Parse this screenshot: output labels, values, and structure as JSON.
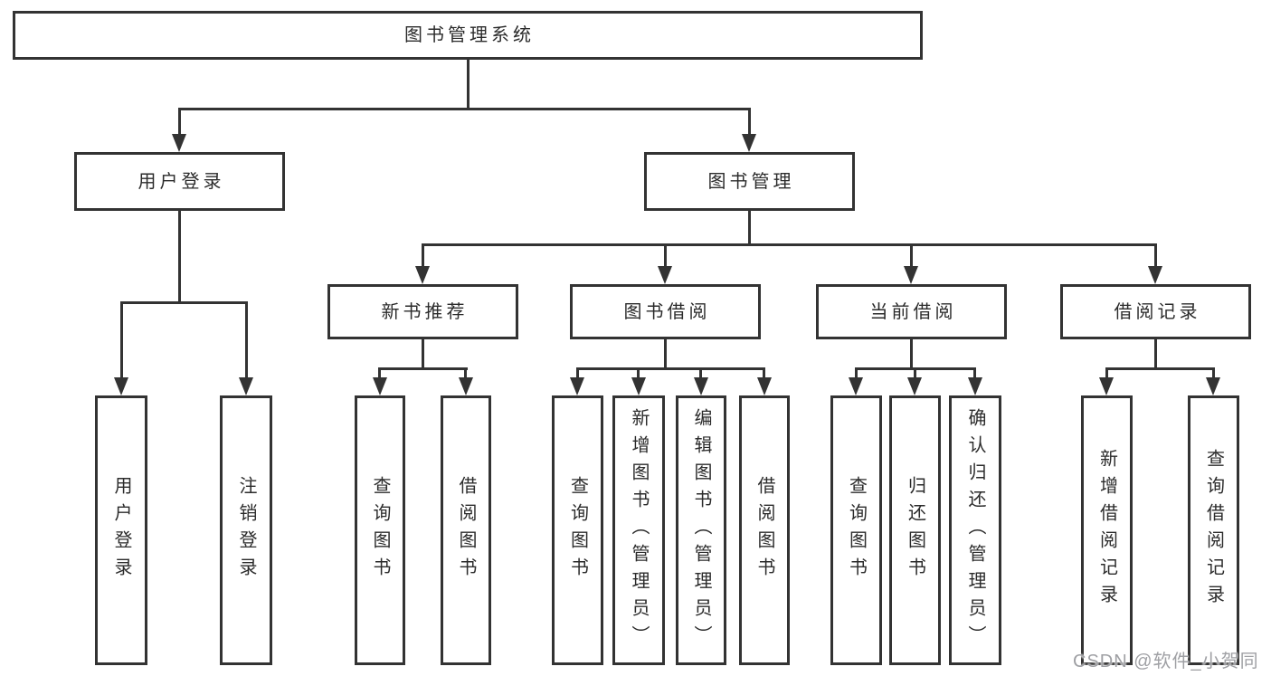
{
  "diagram": {
    "title_node": {
      "label": "图书管理系统"
    },
    "level2": [
      {
        "label": "用户登录"
      },
      {
        "label": "图书管理"
      }
    ],
    "level3": [
      {
        "label": "新书推荐"
      },
      {
        "label": "图书借阅"
      },
      {
        "label": "当前借阅"
      },
      {
        "label": "借阅记录"
      }
    ],
    "leaves": [
      {
        "label": "用户登录"
      },
      {
        "label": "注销登录"
      },
      {
        "label": "查询图书"
      },
      {
        "label": "借阅图书"
      },
      {
        "label": "查询图书"
      },
      {
        "label": "新增图书（管理员）"
      },
      {
        "label": "编辑图书（管理员）"
      },
      {
        "label": "借阅图书"
      },
      {
        "label": "查询图书"
      },
      {
        "label": "归还图书"
      },
      {
        "label": "确认归还（管理员）"
      },
      {
        "label": "新增借阅记录"
      },
      {
        "label": "查询借阅记录"
      }
    ]
  },
  "watermark": {
    "text": "CSDN @软件_小贺同学"
  },
  "colors": {
    "line": "#333333",
    "text": "#2b2b2b",
    "background": "#ffffff",
    "watermark": "#9fa0a4"
  }
}
